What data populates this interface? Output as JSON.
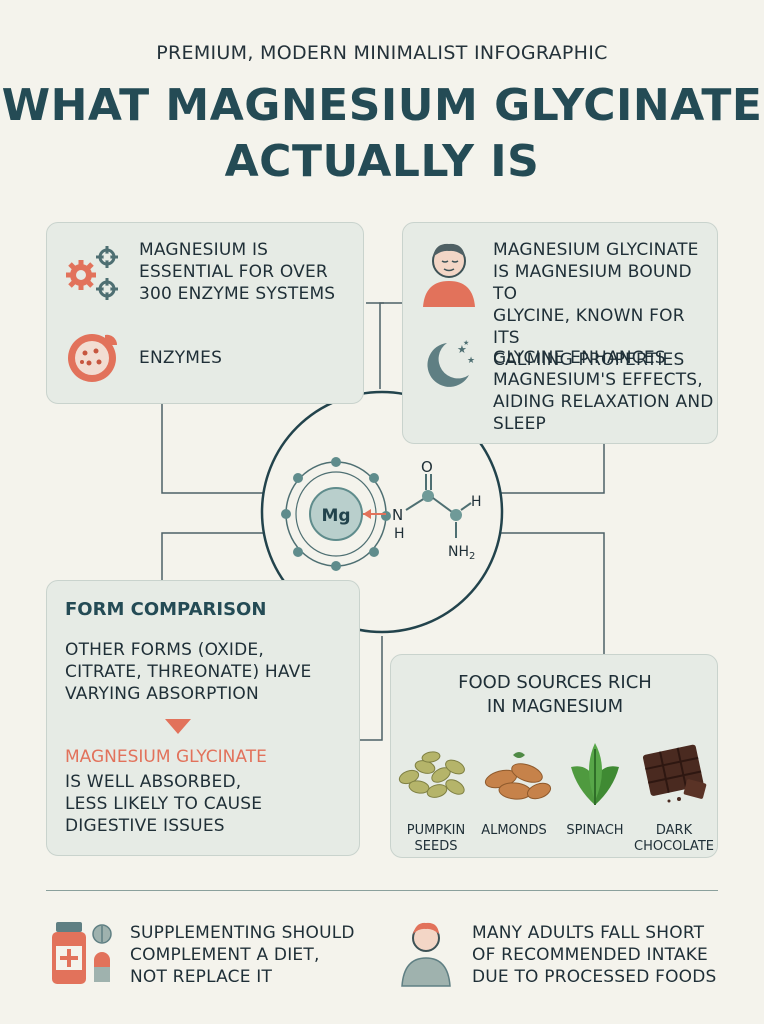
{
  "header": {
    "kicker": "PREMIUM, MODERN MINIMALIST INFOGRAPHIC",
    "title_line1": "WHAT MAGNESIUM GLYCINATE",
    "title_line2": "ACTUALLY IS"
  },
  "enzyme_card": {
    "fact_line1": "MAGNESIUM IS",
    "fact_line2": "ESSENTIAL FOR OVER",
    "fact_line3": "300 ENZYME SYSTEMS",
    "enzymes_label": "ENZYMES"
  },
  "glycine_card": {
    "fact1_line1": "MAGNESIUM GLYCINATE",
    "fact1_line2": "IS MAGNESIUM BOUND TO",
    "fact1_line3": "GLYCINE, KNOWN FOR ITS",
    "fact1_line4": "CALMING PROPERTIES",
    "fact2_line1": "GLYCINE ENHANCES",
    "fact2_line2": "MAGNESIUM'S EFFECTS,",
    "fact2_line3": "AIDING RELAXATION AND",
    "fact2_line4": "SLEEP"
  },
  "molecule": {
    "atom_symbol": "Mg",
    "n_label": "N",
    "h_label_left": "H",
    "o_label": "O",
    "h_label_right": "H",
    "nh2_label": "NH",
    "nh2_sub": "2"
  },
  "comparison_card": {
    "heading": "FORM COMPARISON",
    "others_line1": "OTHER FORMS (OXIDE,",
    "others_line2": "CITRATE, THREONATE) HAVE",
    "others_line3": "VARYING ABSORPTION",
    "highlight": "MAGNESIUM GLYCINATE",
    "benefit_line1": "IS WELL ABSORBED,",
    "benefit_line2": "LESS LIKELY TO CAUSE",
    "benefit_line3": "DIGESTIVE ISSUES"
  },
  "food_card": {
    "heading_line1": "FOOD SOURCES RICH",
    "heading_line2": "IN MAGNESIUM",
    "items": [
      {
        "line1": "PUMPKIN",
        "line2": "SEEDS",
        "icon": "pumpkin-seeds-icon"
      },
      {
        "line1": "ALMONDS",
        "line2": "",
        "icon": "almonds-icon"
      },
      {
        "line1": "SPINACH",
        "line2": "",
        "icon": "spinach-icon"
      },
      {
        "line1": "DARK",
        "line2": "CHOCOLATE",
        "icon": "dark-chocolate-icon"
      }
    ]
  },
  "footer": {
    "left_line1": "SUPPLEMENTING SHOULD",
    "left_line2": "COMPLEMENT A DIET,",
    "left_line3": "NOT REPLACE IT",
    "right_line1": "MANY ADULTS FALL SHORT",
    "right_line2": "OF RECOMMENDED INTAKE",
    "right_line3": "DUE TO PROCESSED FOODS"
  },
  "colors": {
    "background": "#f4f3ec",
    "title": "#244b55",
    "accent_coral": "#e2725b",
    "teal": "#5f8c8c",
    "card": "#e6ebe5"
  }
}
